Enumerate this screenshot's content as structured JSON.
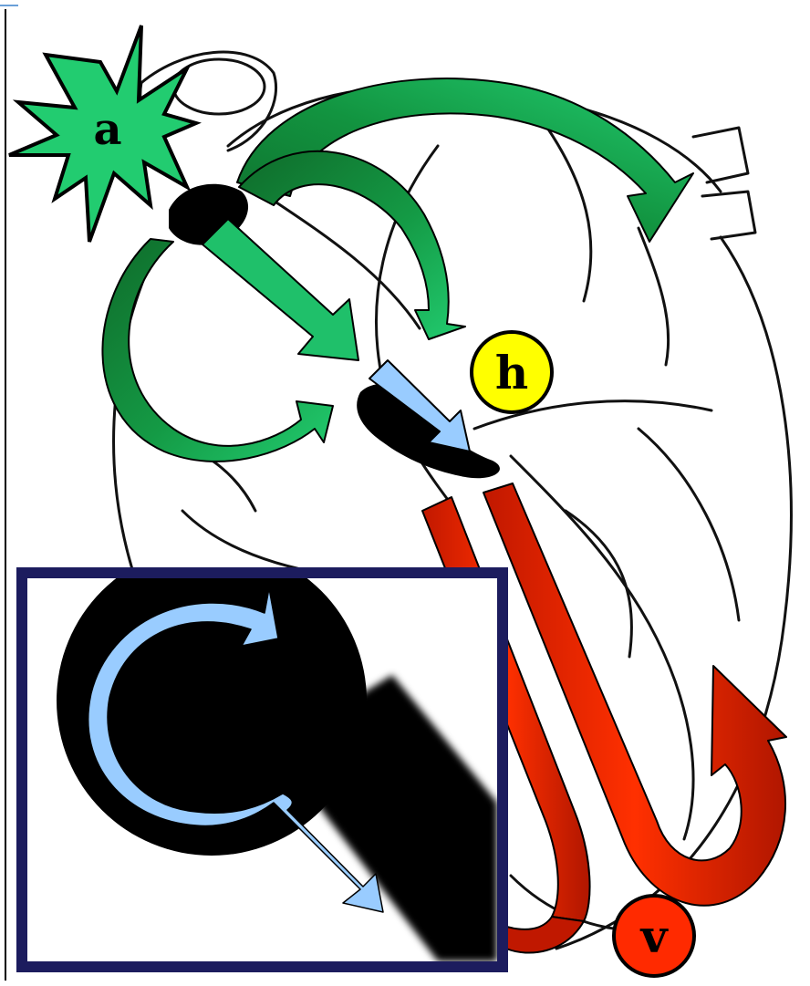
{
  "diagram": {
    "labels": {
      "atrial": "a",
      "his": "h",
      "ventricular": "v"
    },
    "colors": {
      "green_light": "#1fc86a",
      "green_dark": "#0a7a2e",
      "blue_arrow": "#99ccff",
      "red_arrow": "#e02000",
      "red_dark": "#a51500",
      "yellow_badge": "#ffff00",
      "red_badge": "#ff2a00",
      "inset_border": "#1c1c5e",
      "outline": "#000000"
    },
    "icons": {
      "atrial_burst": "starburst-icon",
      "sa_to_av": "diagonal-arrow-icon",
      "av_to_his": "small-arrow-icon",
      "ventricular": "u-turn-arrow-icon",
      "inset": "node-loop-icon"
    }
  }
}
